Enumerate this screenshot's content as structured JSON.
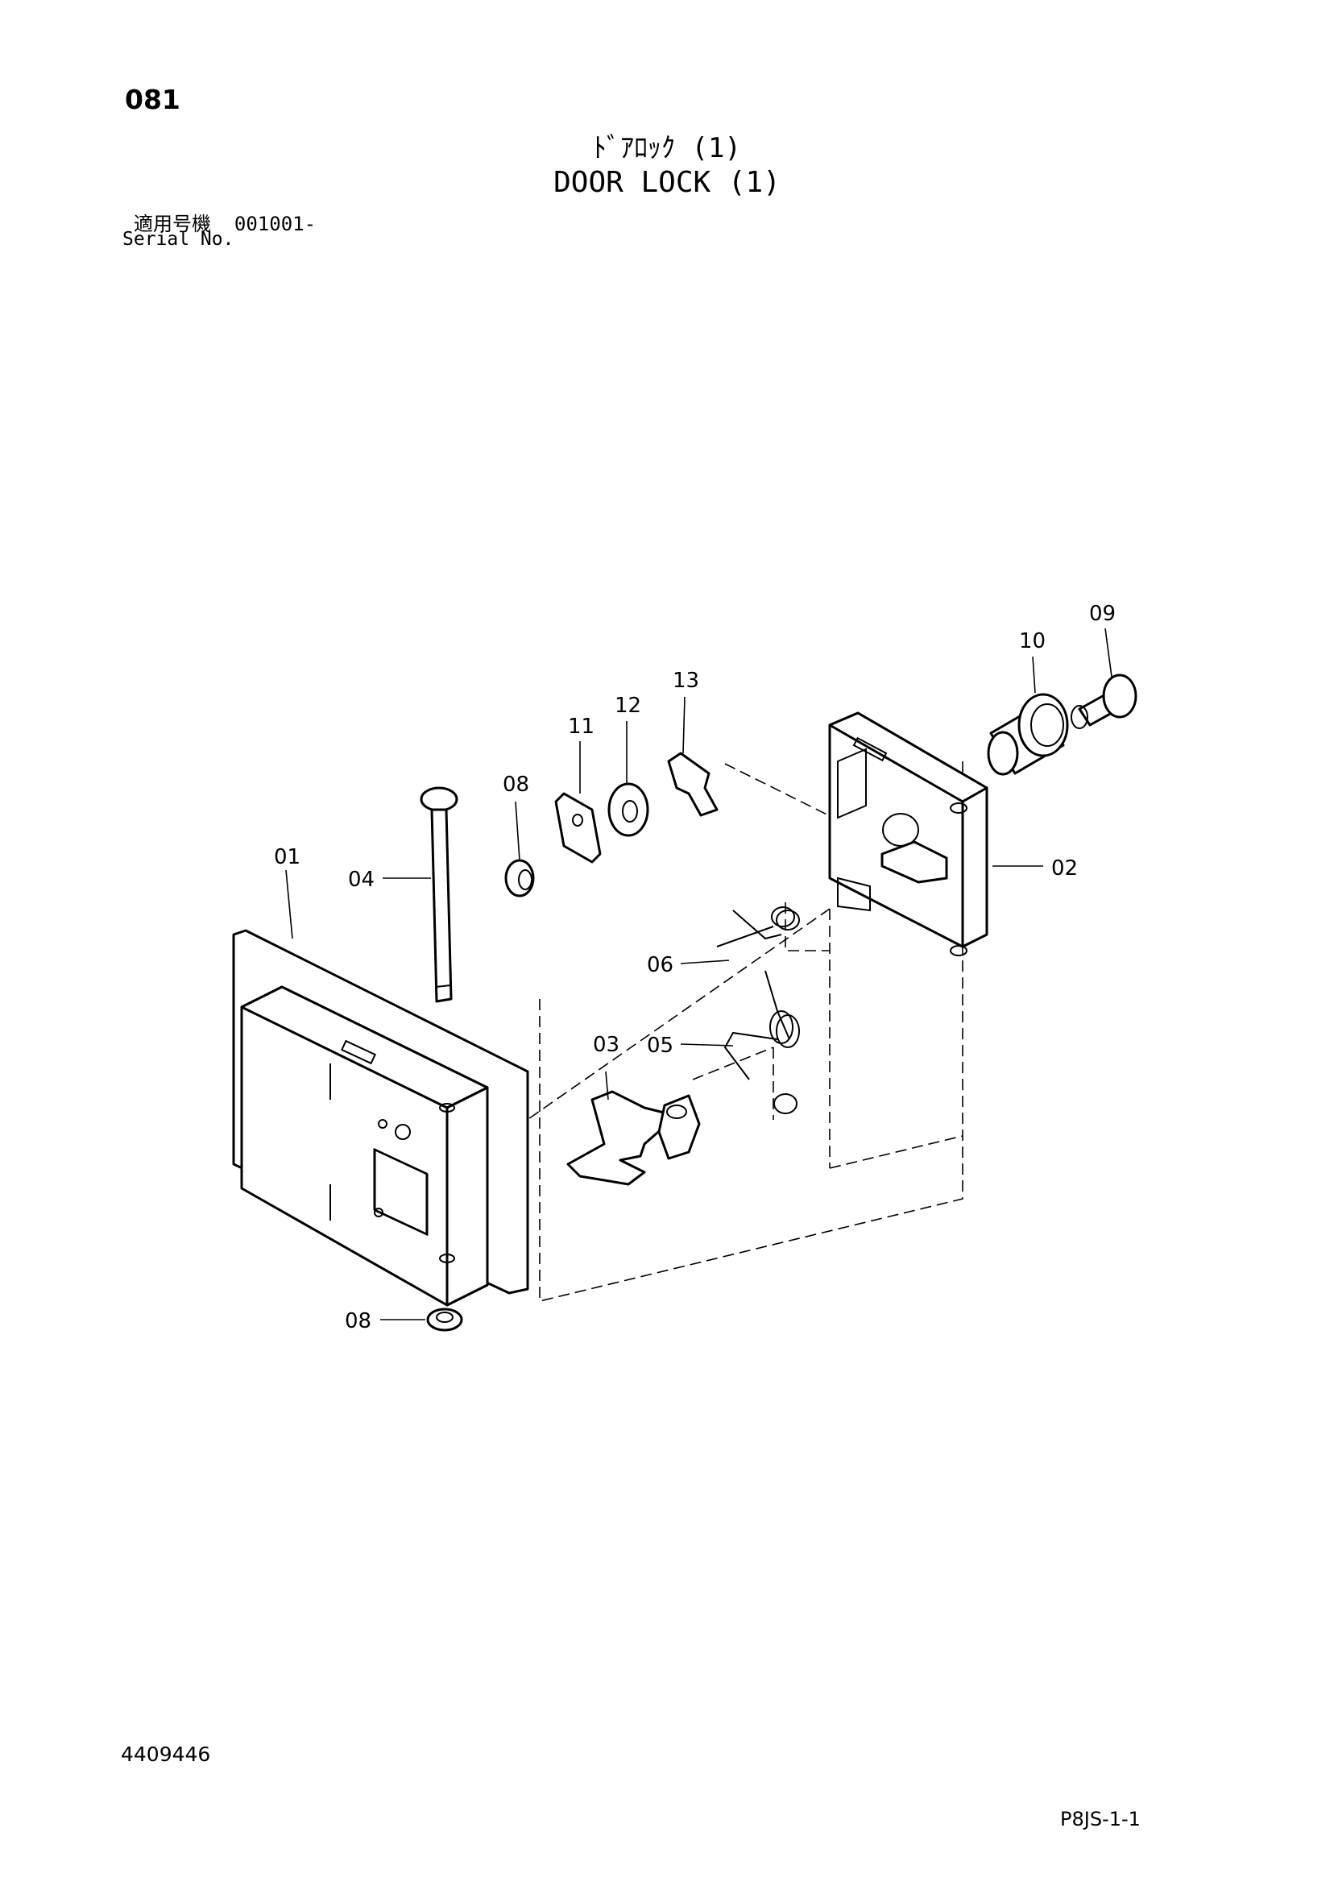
{
  "header": {
    "page_number": "081",
    "title_jp": "ﾄﾞｱﾛｯｸ (1)",
    "title_en": "DOOR LOCK (1)",
    "serial_label_jp": "適用号機",
    "serial_value": "001001-",
    "serial_label_en": "Serial No."
  },
  "footer": {
    "drawing_number": "4409446",
    "sheet_code": "P8JS-1-1"
  },
  "diagram": {
    "part_labels": [
      "01",
      "02",
      "03",
      "04",
      "05",
      "06",
      "08",
      "08",
      "09",
      "10",
      "11",
      "12",
      "13"
    ]
  }
}
